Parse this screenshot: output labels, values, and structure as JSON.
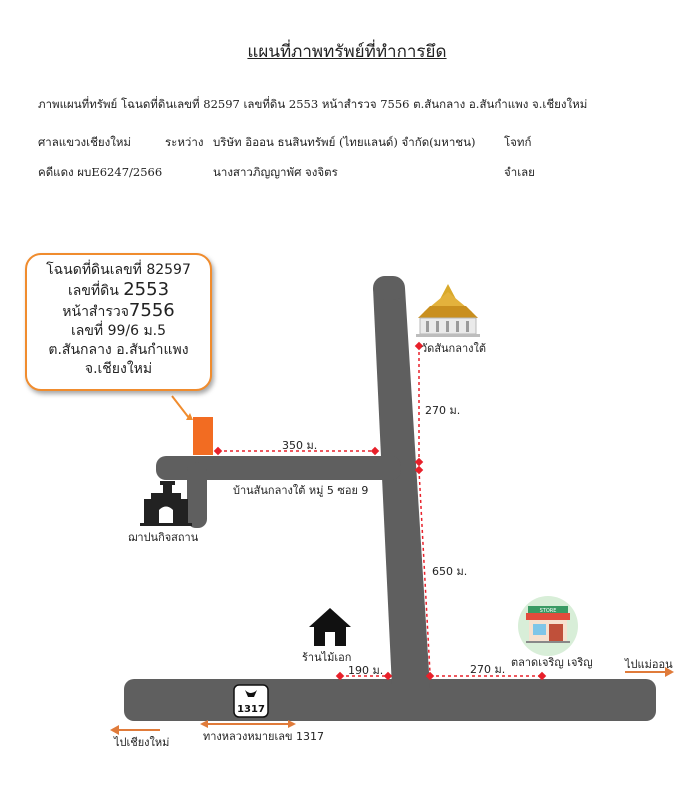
{
  "header": {
    "title": "แผนที่ภาพทรัพย์ที่ทำการยึด",
    "line1": "ภาพแผนที่ทรัพย์   โฉนดที่ดินเลขที่ 82597 เลขที่ดิน 2553 หน้าสำรวจ 7556 ต.สันกลาง อ.สันกำแพง จ.เชียงใหม่",
    "court": "ศาลแขวงเชียงใหม่",
    "between": "ระหว่าง",
    "plaintiff": "บริษัท อิออน ธนสินทรัพย์ (ไทยแลนด์) จำกัด(มหาชน)",
    "plaintiff_role": "โจทก์",
    "case_no": "คดีแดง ผบE6247/2566",
    "defendant": "นางสาวภิญญาพัศ จงจิตร",
    "defendant_role": "จำเลย"
  },
  "callout": {
    "line1": "โฉนดที่ดินเลขที่ 82597",
    "line2_prefix": "เลขที่ดิน ",
    "line2_value": "2553",
    "line3_prefix": "หน้าสำรวจ",
    "line3_value": "7556",
    "line4": "เลขที่ 99/6 ม.5",
    "line5": "ต.สันกลาง อ.สันกำแพง",
    "line6": "จ.เชียงใหม่"
  },
  "landmarks": {
    "temple": "วัดสันกลางใต้",
    "village_road": "บ้านสันกลางใต้ หมู่ 5 ซอย 9",
    "cemetery": "ฌาปนกิจสถาน",
    "shop": "ร้านไม้เอก",
    "market": "ตลาดเจริญ เจริญ",
    "store_sign": "STORE",
    "highway_label": "ทางหลวงหมายเลข 1317",
    "highway_number": "1317",
    "to_chiangmai": "ไปเชียงใหม่",
    "to_maeon": "ไปแม่ออน"
  },
  "distances": {
    "d350": "350 ม.",
    "d270_top": "270 ม.",
    "d650": "650 ม.",
    "d190": "190 ม.",
    "d270_bottom": "270 ม."
  },
  "colors": {
    "road": "#5f5f5f",
    "property": "#f26c22",
    "callout_border": "#f08c2e",
    "distance_line": "#e8202a",
    "highway_arrow": "#e07b3a"
  },
  "icons": [
    "temple-icon",
    "cemetery-icon",
    "house-icon",
    "store-icon",
    "highway-shield-icon",
    "arrow-left-icon",
    "arrow-right-icon"
  ]
}
